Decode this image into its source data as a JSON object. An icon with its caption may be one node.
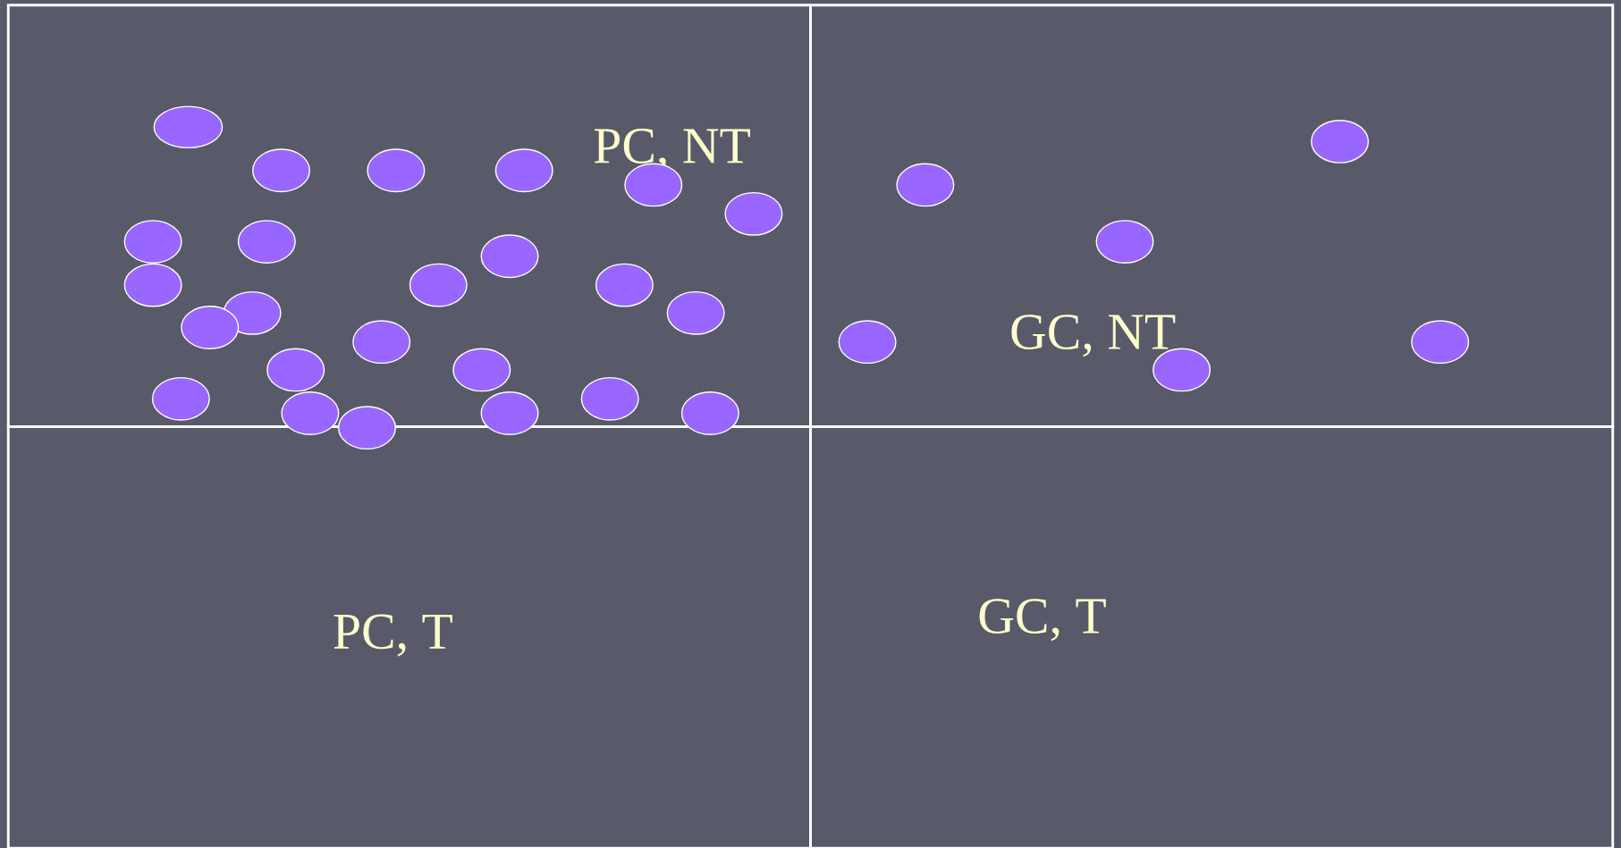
{
  "diagram": {
    "nodes": [
      {
        "text": [
          "PC, NT"
        ]
      },
      {
        "text": [],
        "shape": "circle",
        "in": 0
      },
      {
        "text": [],
        "shape": "circle",
        "in": 0
      },
      {
        "text": [],
        "shape": "circle",
        "in": 0
      },
      {
        "text": [],
        "shape": "circle",
        "in": 0
      },
      {
        "text": [],
        "shape": "circle",
        "in": 0
      },
      {
        "text": [],
        "shape": "circle",
        "in": 0
      },
      {
        "text": [],
        "shape": "circle",
        "in": 0
      },
      {
        "text": [],
        "shape": "circle",
        "in": 0
      },
      {
        "text": [],
        "shape": "circle",
        "in": 0
      },
      {
        "text": [],
        "shape": "circle",
        "in": 0
      },
      {
        "text": [],
        "shape": "circle",
        "in": 0
      },
      {
        "text": [],
        "shape": "circle",
        "in": 0
      },
      {
        "text": [],
        "shape": "circle",
        "in": 0
      },
      {
        "text": [],
        "shape": "circle",
        "in": 0
      },
      {
        "text": [],
        "shape": "circle",
        "in": 0
      },
      {
        "text": [],
        "shape": "circle",
        "in": 0
      },
      {
        "text": [],
        "shape": "circle",
        "in": 0
      },
      {
        "text": [],
        "shape": "circle",
        "in": 0
      },
      {
        "text": [],
        "shape": "circle",
        "in": 0
      },
      {
        "text": [],
        "shape": "circle"
      },
      {
        "text": [],
        "shape": "circle",
        "in": 0
      },
      {
        "text": [],
        "shape": "circle",
        "in": 0
      },
      {
        "text": [],
        "shape": "circle",
        "in": 0
      },
      {
        "text": [],
        "shape": "circle",
        "in": 0
      },
      {
        "text": [
          "GC, NT"
        ]
      },
      {
        "text": [],
        "shape": "circle",
        "in": 25
      },
      {
        "text": [],
        "shape": "circle",
        "in": 25
      },
      {
        "text": [],
        "shape": "circle",
        "in": 25
      },
      {
        "text": [],
        "shape": "circle",
        "in": 25
      },
      {
        "text": [],
        "shape": "circle",
        "in": 25
      },
      {
        "text": [],
        "shape": "circle",
        "in": 25
      },
      {
        "text": [
          "PC, T"
        ]
      },
      {
        "text": [
          "GC, T"
        ]
      }
    ]
  }
}
